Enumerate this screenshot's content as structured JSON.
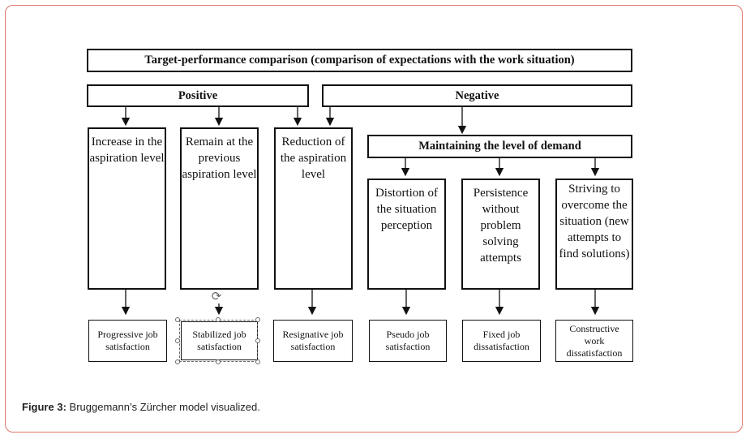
{
  "diagram": {
    "top": "Target-performance comparison (comparison of expectations with the work situation)",
    "positive": "Positive",
    "negative": "Negative",
    "maintaining": "Maintaining the level of demand",
    "tall_boxes": [
      "Increase in the aspiration level",
      "Remain at the previous aspiration level",
      "Reduction of the aspiration level",
      "Distortion of the situation perception",
      "Persistence without problem solving attempts",
      "Striving to overcome the situation (new attempts to find solutions)"
    ],
    "outcomes": [
      "Progressive job satisfaction",
      "Stabilized job satisfaction",
      "Resignative job satisfaction",
      "Pseudo job satisfaction",
      "Fixed job dissatisfaction",
      "Constructive work dissatisfaction"
    ]
  },
  "caption": {
    "label": "Figure 3:",
    "text": " Bruggemann’s Zürcher model visualized."
  }
}
